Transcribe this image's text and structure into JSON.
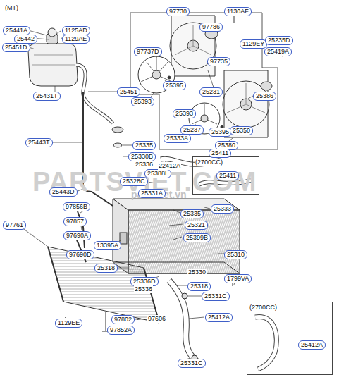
{
  "diagram": {
    "nodes": [
      {
        "text": [
          "25441A"
        ]
      },
      {
        "text": [
          "25442"
        ]
      },
      {
        "text": [
          "1125AD"
        ]
      },
      {
        "text": [
          "1129AE"
        ]
      },
      {
        "text": [
          "25451D"
        ]
      },
      {
        "text": [
          "97730"
        ]
      },
      {
        "text": [
          "1130AF"
        ]
      },
      {
        "text": [
          "97786"
        ]
      },
      {
        "text": [
          "1129EY"
        ]
      },
      {
        "text": [
          "25235D"
        ]
      },
      {
        "text": [
          "25419A"
        ]
      },
      {
        "text": [
          "97737D"
        ]
      },
      {
        "text": [
          "97735"
        ]
      },
      {
        "text": [
          "25431T"
        ]
      },
      {
        "text": [
          "25451"
        ]
      },
      {
        "text": [
          "25395"
        ]
      },
      {
        "text": [
          "25231"
        ]
      },
      {
        "text": [
          "25386"
        ]
      },
      {
        "text": [
          "25393"
        ]
      },
      {
        "text": [
          "25393"
        ]
      },
      {
        "text": [
          "25237"
        ]
      },
      {
        "text": [
          "25395"
        ]
      },
      {
        "text": [
          "25350"
        ]
      },
      {
        "text": [
          "25333A"
        ]
      },
      {
        "text": [
          "25380"
        ]
      },
      {
        "text": [
          "25443T"
        ]
      },
      {
        "text": [
          "25335"
        ]
      },
      {
        "text": [
          "25330B"
        ]
      },
      {
        "text": [
          "(2700CC)"
        ]
      },
      {
        "text": [
          "25411"
        ],
        "in": 28
      },
      {
        "text": [
          "25411"
        ]
      },
      {
        "text": [
          "25388L"
        ]
      },
      {
        "text": [
          "25328C"
        ]
      },
      {
        "text": [
          "25331A"
        ]
      },
      {
        "text": [
          "25443D"
        ]
      },
      {
        "text": [
          "97856B"
        ]
      },
      {
        "text": [
          "25335"
        ]
      },
      {
        "text": [
          "25333"
        ]
      },
      {
        "text": [
          "97761"
        ]
      },
      {
        "text": [
          "97857"
        ]
      },
      {
        "text": [
          "25321"
        ]
      },
      {
        "text": [
          "97690A"
        ]
      },
      {
        "text": [
          "25399B"
        ]
      },
      {
        "text": [
          "13395A"
        ]
      },
      {
        "text": [
          "97690D"
        ]
      },
      {
        "text": [
          "25310"
        ]
      },
      {
        "text": [
          "25318"
        ]
      },
      {
        "text": [
          "1799VA"
        ]
      },
      {
        "text": [
          "25318"
        ]
      },
      {
        "text": [
          "25336D"
        ]
      },
      {
        "text": [
          "25331C"
        ]
      },
      {
        "text": [
          "97802"
        ]
      },
      {
        "text": [
          "25412A"
        ]
      },
      {
        "text": [
          "(2700CC)"
        ]
      },
      {
        "text": [
          "25412A"
        ],
        "in": 53
      },
      {
        "text": [
          "1129EE"
        ]
      },
      {
        "text": [
          "97852A"
        ]
      },
      {
        "text": [
          "25331C"
        ]
      }
    ],
    "labels": [
      "(MT)",
      "25336",
      "22412A",
      "25330",
      "25336",
      "97606",
      "PARTSVIET.COM",
      "partsviet.vn"
    ]
  }
}
